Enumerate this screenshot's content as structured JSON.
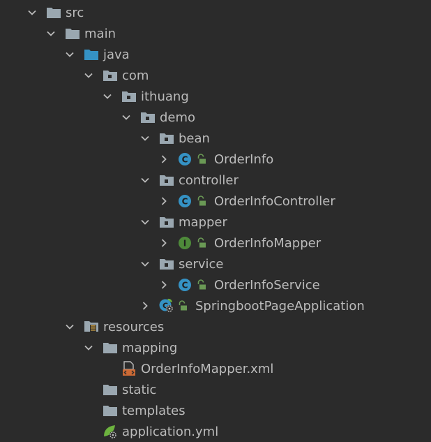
{
  "tree": [
    {
      "label": "src",
      "depth": 0,
      "expanded": true,
      "icon": "folder-icon",
      "name": "tree-item-src"
    },
    {
      "label": "main",
      "depth": 1,
      "expanded": true,
      "icon": "folder-icon",
      "name": "tree-item-main"
    },
    {
      "label": "java",
      "depth": 2,
      "expanded": true,
      "icon": "source-folder-icon",
      "name": "tree-item-java"
    },
    {
      "label": "com",
      "depth": 3,
      "expanded": true,
      "icon": "package-icon",
      "name": "tree-item-com"
    },
    {
      "label": "ithuang",
      "depth": 4,
      "expanded": true,
      "icon": "package-icon",
      "name": "tree-item-ithuang"
    },
    {
      "label": "demo",
      "depth": 5,
      "expanded": true,
      "icon": "package-icon",
      "name": "tree-item-demo"
    },
    {
      "label": "bean",
      "depth": 6,
      "expanded": true,
      "icon": "package-icon",
      "name": "tree-item-bean"
    },
    {
      "label": "OrderInfo",
      "depth": 7,
      "expanded": false,
      "icon": "class-icon",
      "lock": true,
      "name": "tree-item-orderinfo"
    },
    {
      "label": "controller",
      "depth": 6,
      "expanded": true,
      "icon": "package-icon",
      "name": "tree-item-controller"
    },
    {
      "label": "OrderInfoController",
      "depth": 7,
      "expanded": false,
      "icon": "class-icon",
      "lock": true,
      "name": "tree-item-orderinfocontroller"
    },
    {
      "label": "mapper",
      "depth": 6,
      "expanded": true,
      "icon": "package-icon",
      "name": "tree-item-mapper"
    },
    {
      "label": "OrderInfoMapper",
      "depth": 7,
      "expanded": false,
      "icon": "interface-icon",
      "lock": true,
      "name": "tree-item-orderinfomapper"
    },
    {
      "label": "service",
      "depth": 6,
      "expanded": true,
      "icon": "package-icon",
      "name": "tree-item-service"
    },
    {
      "label": "OrderInfoService",
      "depth": 7,
      "expanded": false,
      "icon": "class-icon",
      "lock": true,
      "name": "tree-item-orderinfoservice"
    },
    {
      "label": "SpringbootPageApplication",
      "depth": 6,
      "expanded": false,
      "icon": "spring-boot-class-icon",
      "lock": true,
      "name": "tree-item-springbootpageapplication"
    },
    {
      "label": "resources",
      "depth": 2,
      "expanded": true,
      "icon": "resources-folder-icon",
      "name": "tree-item-resources"
    },
    {
      "label": "mapping",
      "depth": 3,
      "expanded": true,
      "icon": "folder-icon",
      "name": "tree-item-mapping"
    },
    {
      "label": "OrderInfoMapper.xml",
      "depth": 4,
      "expanded": null,
      "icon": "xml-file-icon",
      "name": "tree-item-orderinfomapper-xml"
    },
    {
      "label": "static",
      "depth": 3,
      "expanded": null,
      "icon": "folder-icon",
      "name": "tree-item-static"
    },
    {
      "label": "templates",
      "depth": 3,
      "expanded": null,
      "icon": "folder-icon",
      "name": "tree-item-templates"
    },
    {
      "label": "application.yml",
      "depth": 3,
      "expanded": null,
      "icon": "spring-yml-file-icon",
      "name": "tree-item-application-yml"
    }
  ],
  "colors": {
    "background": "#2b2b2b",
    "text": "#bbbbbb",
    "arrow": "#bbbbbb",
    "folder": "#9aa7b0",
    "source_folder": "#3592c4",
    "class_badge": "#3592c4",
    "interface_badge": "#4e8a3a",
    "lock": "#6a9955",
    "xml_orange": "#cc6a35",
    "spring_green": "#6db33f"
  }
}
